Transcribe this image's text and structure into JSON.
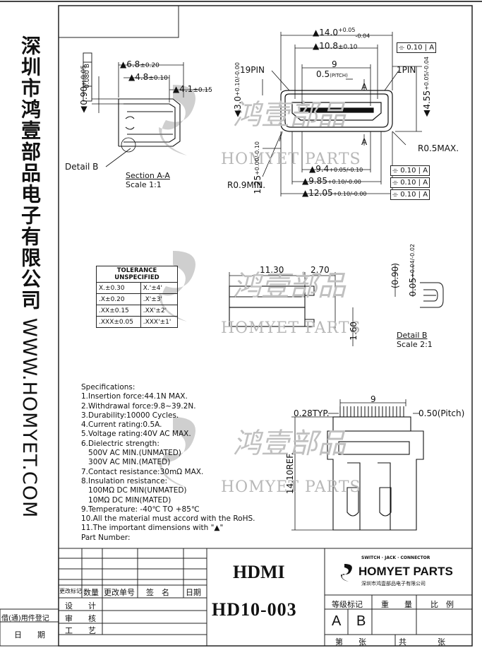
{
  "side": {
    "company": "深圳市鸿壹部品电子有限公司",
    "website": "WWW.HOMYET.COM"
  },
  "watermark": {
    "en": "HOMYET PARTS",
    "cn": "鸿壹部品"
  },
  "top_view": {
    "w1": "14.0",
    "w1_tol_up": "+0.05",
    "w1_tol_dn": "-0.04",
    "w2": "10.8",
    "w2_tol": "±0.10",
    "tol_box_1": "0.10",
    "tol_box_1_ref": "A",
    "w_inner": "9",
    "pitch": "0.5",
    "pitch_note": "(PITCH)",
    "pin19": "19PIN",
    "pin1": "1PIN",
    "h_right": "4.55",
    "h_right_tol_up": "+0.05",
    "h_right_tol_dn": "-0.04",
    "h_left": "3.0",
    "h_left_tol_up": "+0.10",
    "h_left_tol_dn": "-0.00",
    "sec_a": "A",
    "r_right": "R0.5MAX.",
    "r_left": "R0.9MIN.",
    "h_bottom": "1.25",
    "h_bottom_tol_up": "+0.00",
    "h_bottom_tol_dn": "-0.10",
    "b1": "9.4",
    "b1_tol_up": "+0.05",
    "b1_tol_dn": "-0.10",
    "b2": "9.85",
    "b2_tol_up": "+0.10",
    "b2_tol_dn": "-0.00",
    "b3": "12.05",
    "b3_tol_up": "+0.10",
    "b3_tol_dn": "-0.00",
    "tol_boxes": [
      "0.10",
      "0.10",
      "0.10"
    ],
    "tol_ref": "A"
  },
  "section": {
    "d1": "6.8",
    "d1_tol": "±0.20",
    "d2": "4.8",
    "d2_tol": "±0.10",
    "d3": "4.1",
    "d3_tol": "±0.15",
    "v1": "0.90",
    "v1_tol": "±0.05",
    "flat": "0.080",
    "flat_ref": "B",
    "detail": "Detail B",
    "title": "Section A-A",
    "scale": "Scale 1:1"
  },
  "tolerance": {
    "header": "TOLERANCE UNSPECIFIED",
    "rows": [
      [
        "X.±0.30",
        "X.'±4'"
      ],
      [
        ".X±0.20",
        ".X'±3'"
      ],
      [
        ".XX±0.15",
        ".XX'±2'"
      ],
      [
        ".XXX±0.05",
        ".XXX'±1'"
      ]
    ]
  },
  "side_view": {
    "d1": "11.30",
    "d2": "2.70",
    "d3": "1.60",
    "d4": "(0.90)",
    "d5": "0.05",
    "d5_tol_up": "+0.04",
    "d5_tol_dn": "-0.02",
    "detail": "Detail B",
    "scale": "Scale 2:1"
  },
  "bottom_view": {
    "w": "9",
    "typ": "0.28TYP.",
    "pitch": "0.50(Pitch)",
    "ref": "14.10REF."
  },
  "specs": [
    "Specifications:",
    "1.Insertion force:44.1N MAX.",
    "2.Withdrawal force:9.8~39.2N.",
    "3.Durability:10000 Cycles.",
    "4.Current rating:0.5A.",
    "5.Voltage rating:40V AC MAX.",
    "6.Dielectric strength:",
    "   500V AC MIN.(UNMATED)",
    "   300V AC MIN.(MATED)",
    "7.Contact resistance:30mΩ MAX.",
    "8.Insulation resistance:",
    "   100MΩ DC MIN(UNMATED)",
    "   10MΩ DC MIN(MATED)",
    "9.Temperature: -40℃ TO +85℃",
    "10.All the material must accord with the RoHS.",
    "11.The important dimensions with \"▲\"",
    "Part Number:"
  ],
  "title_block": {
    "product": "HDMI",
    "part_no": "HD10-003",
    "brand_tag": "SWITCH · JACK · CONNECTOR",
    "brand": "HOMYET PARTS",
    "brand_cn": "深圳市鸿壹部品电子有限公司",
    "rev_headers": [
      "更改标记",
      "数量",
      "更改单号",
      "签　名",
      "日期"
    ],
    "roles": [
      "设　　计",
      "审　　核",
      "工　　艺"
    ],
    "grade_label": "等级标记",
    "weight_label": "重　　量",
    "ratio_label": "比　例",
    "grade_a": "A",
    "grade_b": "B",
    "sheet_label": "第　　张",
    "total_label": "共　　　　张",
    "borrow": "借(通)用件登记",
    "date": "日　　期"
  }
}
